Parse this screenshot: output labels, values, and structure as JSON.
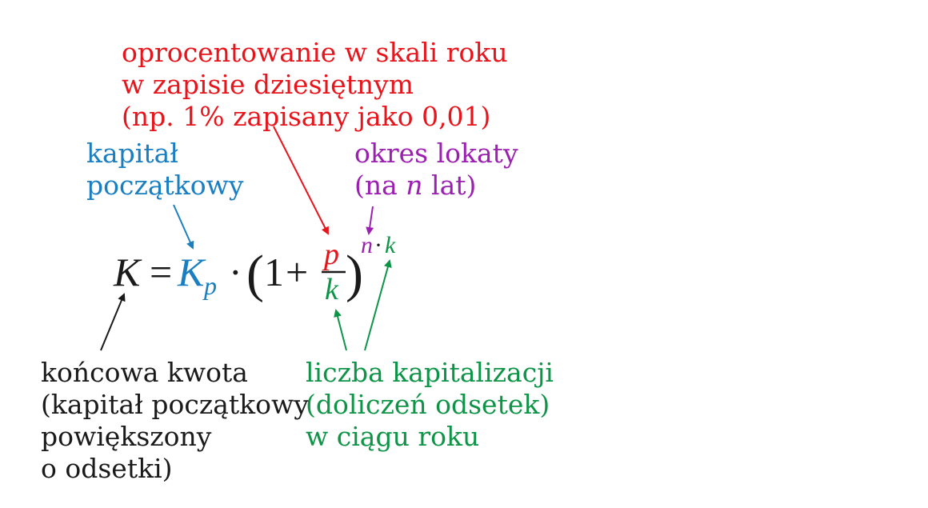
{
  "labels": {
    "interest_rate": {
      "lines": [
        "oprocentowanie w skali roku",
        "w zapisie dziesiętnym",
        "(np. 1% zapisany jako 0,01)"
      ],
      "color": "#e8141b"
    },
    "initial_capital": {
      "lines": [
        "kapitał",
        "początkowy"
      ],
      "color": "#1a7fc1"
    },
    "deposit_period": {
      "line1": "okres lokaty",
      "line2_prefix": "(na ",
      "line2_var": "n",
      "line2_suffix": " lat)",
      "color": "#9b1fb0"
    },
    "final_amount": {
      "lines": [
        "końcowa kwota",
        "(kapitał początkowy",
        "powiększony",
        "o odsetki)"
      ],
      "color": "#1a1a1a"
    },
    "capitalizations": {
      "lines": [
        "liczba kapitalizacji",
        "(doliczeń odsetek)",
        "w ciągu roku"
      ],
      "color": "#0e9447"
    }
  },
  "formula": {
    "K": "K",
    "equals": "=",
    "Kp_base": "K",
    "Kp_sub": "p",
    "dot": "·",
    "lparen": "(",
    "one": "1",
    "plus": "+",
    "numerator": "p",
    "denominator": "k",
    "rparen": ")",
    "exp_n": "n",
    "exp_dot": "·",
    "exp_k": "k"
  }
}
